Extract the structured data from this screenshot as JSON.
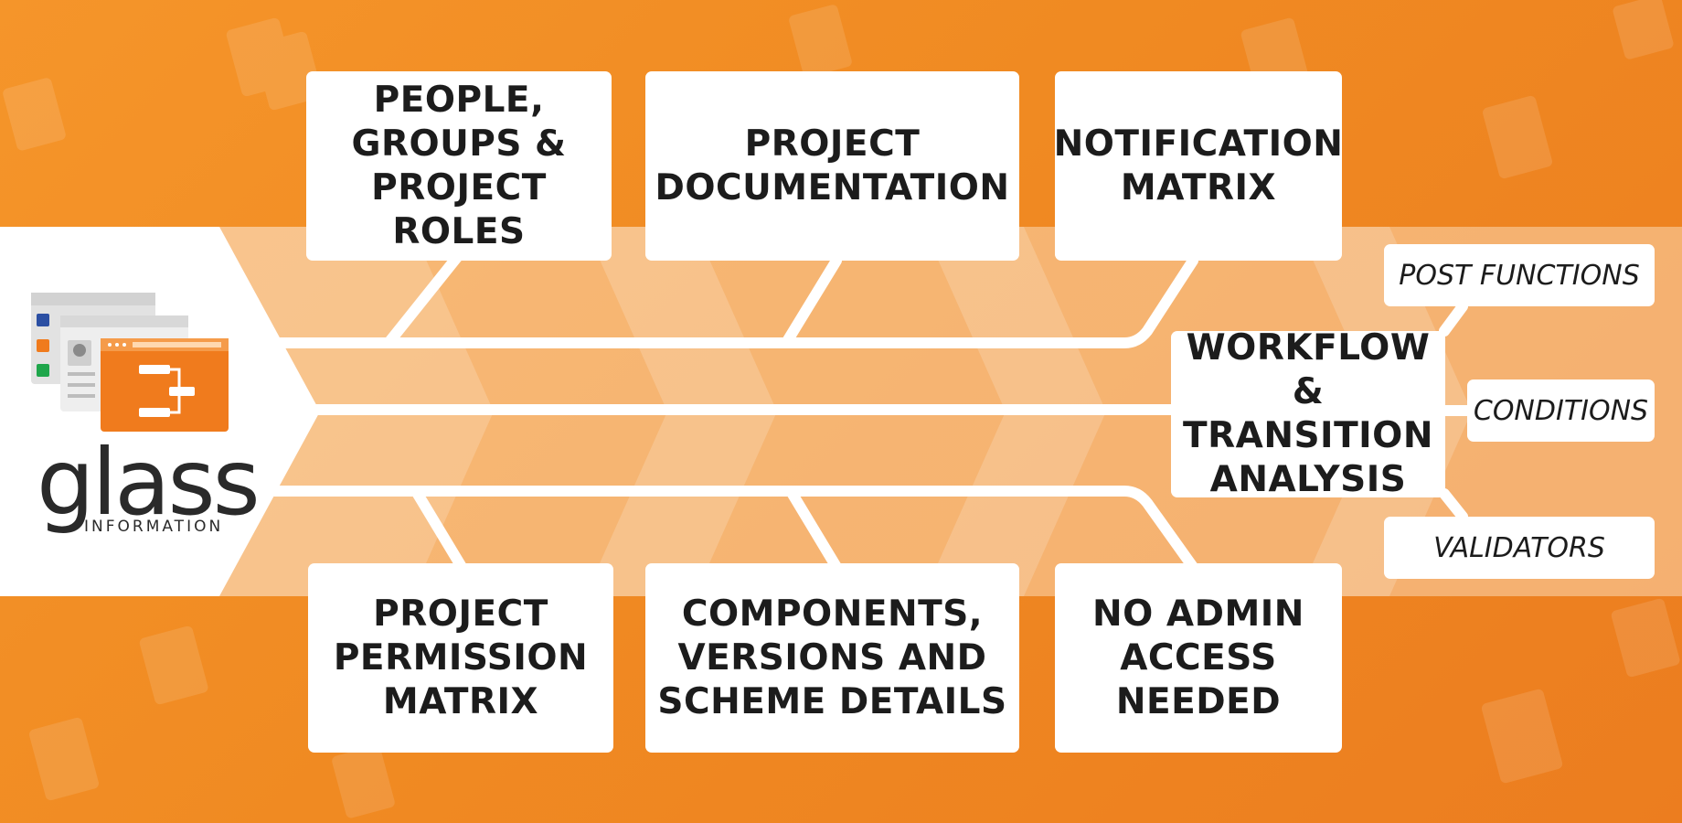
{
  "brand": {
    "word": "glass",
    "sub": "INFORMATION"
  },
  "top_features": [
    {
      "label": "PEOPLE,\nGROUPS &\nPROJECT ROLES"
    },
    {
      "label": "PROJECT\nDOCUMENTATION"
    },
    {
      "label": "NOTIFICATION\nMATRIX"
    }
  ],
  "bottom_features": [
    {
      "label": "PROJECT\nPERMISSION\nMATRIX"
    },
    {
      "label": "COMPONENTS,\nVERSIONS AND\nSCHEME DETAILS"
    },
    {
      "label": "NO ADMIN\nACCESS\nNEEDED"
    }
  ],
  "center_feature": {
    "label": "WORKFLOW &\nTRANSITION\nANALYSIS"
  },
  "sub_features": {
    "post_functions": "POST FUNCTIONS",
    "conditions": "CONDITIONS",
    "validators": "VALIDATORS"
  },
  "colors": {
    "background": "#f08a22",
    "band": "#f7c79a",
    "card": "#ffffff",
    "text": "#1c1c1c",
    "accent": "#f07b1d"
  }
}
